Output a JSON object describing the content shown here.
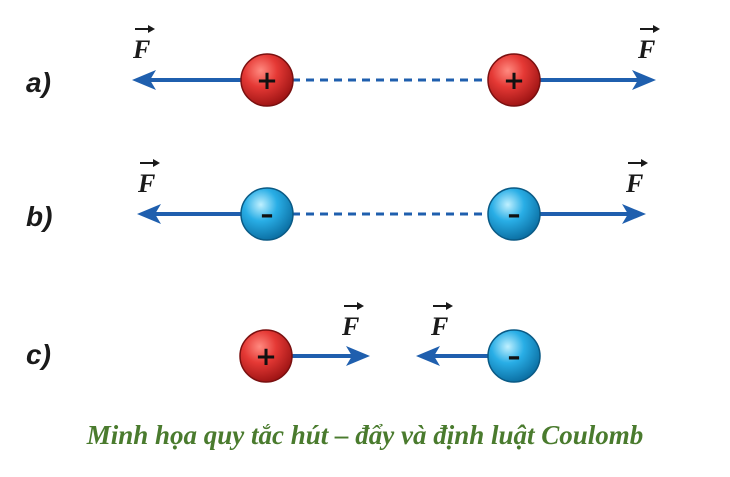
{
  "rows": [
    {
      "label": "a)",
      "force_label": "F",
      "left_charge_sign": "+",
      "right_charge_sign": "+",
      "interaction": "repulsion"
    },
    {
      "label": "b)",
      "force_label": "F",
      "left_charge_sign": "–",
      "right_charge_sign": "–",
      "interaction": "repulsion"
    },
    {
      "label": "c)",
      "force_label": "F",
      "left_charge_sign": "+",
      "right_charge_sign": "–",
      "interaction": "attraction"
    }
  ],
  "caption": "Minh họa quy tắc hút – đẩy và định luật Coulomb",
  "colors": {
    "arrow": "#1f5fae",
    "positive_charge": "#e0292c",
    "negative_charge": "#1fa4de",
    "caption": "#4a7b2e"
  }
}
